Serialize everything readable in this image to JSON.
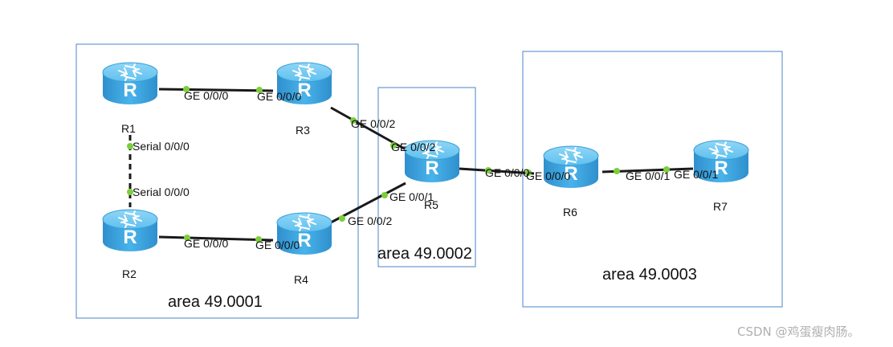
{
  "areas": [
    {
      "id": "area1",
      "label": "area 49.0001"
    },
    {
      "id": "area2",
      "label": "area 49.0002"
    },
    {
      "id": "area3",
      "label": "area 49.0003"
    }
  ],
  "routers": [
    {
      "id": "R1",
      "label": "R1"
    },
    {
      "id": "R2",
      "label": "R2"
    },
    {
      "id": "R3",
      "label": "R3"
    },
    {
      "id": "R4",
      "label": "R4"
    },
    {
      "id": "R5",
      "label": "R5"
    },
    {
      "id": "R6",
      "label": "R6"
    },
    {
      "id": "R7",
      "label": "R7"
    }
  ],
  "links": [
    {
      "id": "R1-R3",
      "a_if": "GE 0/0/0",
      "b_if": "GE 0/0/0",
      "type": "ethernet"
    },
    {
      "id": "R1-R2",
      "a_if": "Serial 0/0/0",
      "b_if": "Serial 0/0/0",
      "type": "serial"
    },
    {
      "id": "R2-R4",
      "a_if": "GE 0/0/0",
      "b_if": "GE 0/0/0",
      "type": "ethernet"
    },
    {
      "id": "R3-R5",
      "a_if": "GE 0/0/2",
      "b_if": "GE 0/0/2",
      "type": "ethernet"
    },
    {
      "id": "R4-R5",
      "a_if": "GE 0/0/2",
      "b_if": "GE 0/0/1",
      "type": "ethernet"
    },
    {
      "id": "R5-R6",
      "a_if": "GE 0/0/0",
      "b_if": "GE 0/0/0",
      "type": "ethernet"
    },
    {
      "id": "R6-R7",
      "a_if": "GE 0/0/1",
      "b_if": "GE 0/0/1",
      "type": "ethernet"
    }
  ],
  "watermark": "CSDN @鸡蛋瘦肉肠。",
  "colors": {
    "area_border": "#4a86c8",
    "router_body": "#3fa9e0",
    "port_dot": "#7ccf3a",
    "link": "#1a1a1a"
  },
  "icons": {
    "router": "router-icon"
  }
}
